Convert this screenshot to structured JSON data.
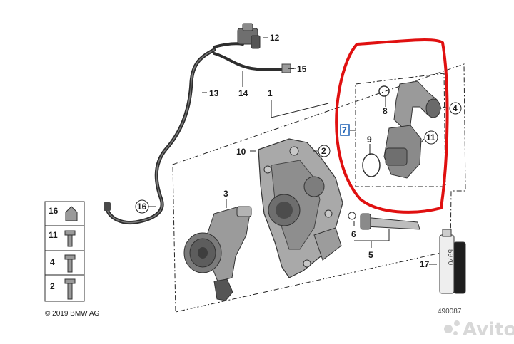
{
  "callouts": {
    "n1": "1",
    "n2": "2",
    "n3": "3",
    "n4": "4",
    "n5": "5",
    "n6": "6",
    "n7": "7",
    "n8": "8",
    "n9": "9",
    "n10": "10",
    "n11": "11",
    "n12": "12",
    "n13": "13",
    "n14": "14",
    "n15": "15",
    "n16": "16",
    "n17": "17"
  },
  "legend": {
    "items": [
      "16",
      "11",
      "4",
      "2"
    ]
  },
  "copyright": "© 2019 BMW AG",
  "diagram_id": "490087",
  "watermark": "Avito",
  "product_label": "5970",
  "highlight_color": "#e01010",
  "callout_7_color": "#1a5fb4"
}
